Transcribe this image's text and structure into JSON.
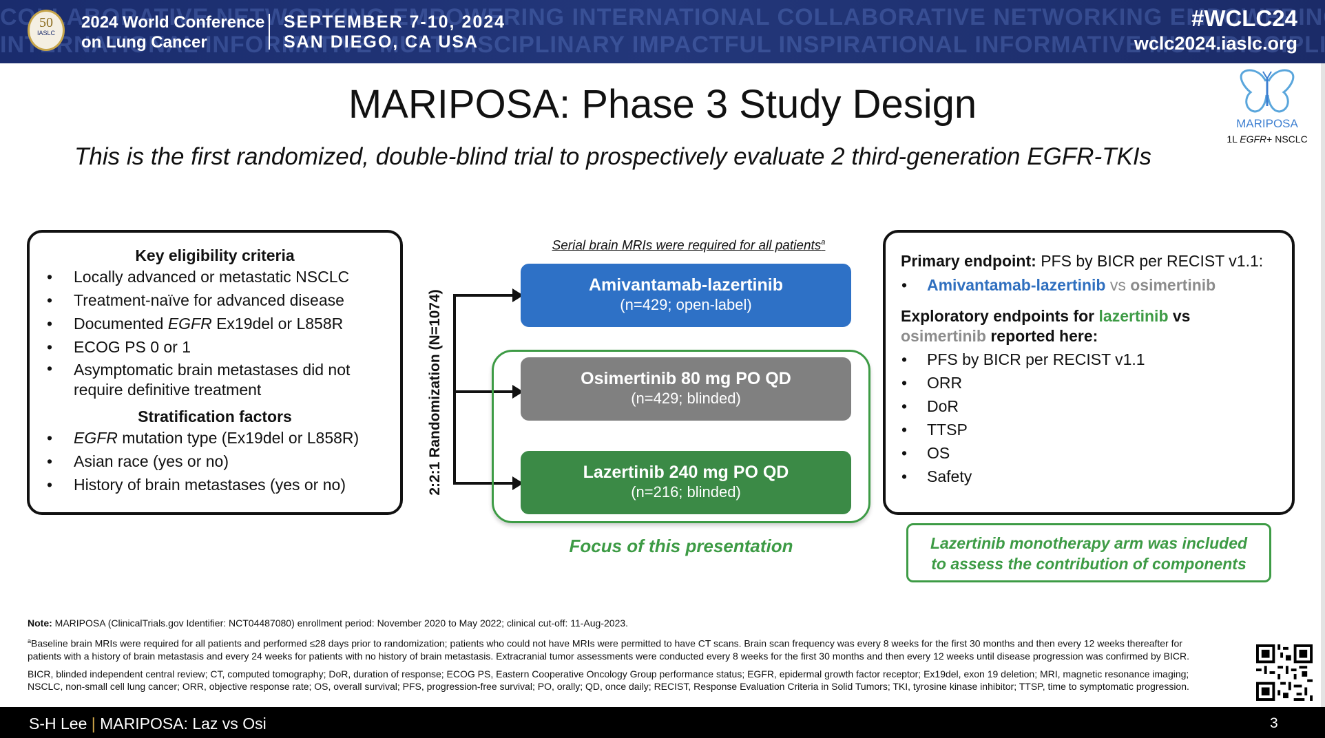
{
  "banner": {
    "watermark_row1": "COLLABORATIVE NETWORKING EMPOWERING INTERNATIONAL COLLABORATIVE NETWORKING EMPOWERING INTERNATIONAL",
    "watermark_row2": "INTERNATIONAL INFORMATIVE MULTIDISCIPLINARY IMPACTFUL INSPIRATIONAL INFORMATIVE MULTIDISCIPLINARY",
    "logo_number": "50",
    "logo_text": "IASLC",
    "conference_line1": "2024 World Conference",
    "conference_line2": "on Lung Cancer",
    "date_line1": "SEPTEMBER 7-10, 2024",
    "date_line2": "SAN DIEGO, CA USA",
    "hashtag": "#WCLC24",
    "website": "wclc2024.iaslc.org"
  },
  "title": "MARIPOSA: Phase 3 Study Design",
  "subtitle": "This is the first randomized, double-blind trial to prospectively evaluate 2 third-generation EGFR-TKIs",
  "study_logo": {
    "name": "MARIPOSA",
    "sub_prefix": "1L ",
    "sub_italic": "EGFR",
    "sub_suffix": "+ NSCLC"
  },
  "eligibility": {
    "heading": "Key eligibility criteria",
    "item1": "Locally advanced or metastatic NSCLC",
    "item2": "Treatment-naïve for advanced disease",
    "item3_prefix": "Documented ",
    "item3_italic": "EGFR",
    "item3_suffix": " Ex19del or L858R",
    "item4": "ECOG PS 0 or 1",
    "item5_line1": "Asymptomatic brain metastases did not",
    "item5_line2": "require definitive treatment",
    "strat_heading": "Stratification factors",
    "strat1_italic": "EGFR",
    "strat1_suffix": " mutation type (Ex19del or L858R)",
    "strat2": "Asian race (yes or no)",
    "strat3": "History of brain metastases (yes or no)"
  },
  "design": {
    "serial_text": "Serial brain MRIs were required for all patients",
    "serial_sup": "a",
    "randomization_label": "2:2:1 Randomization (N=1074)",
    "arms": [
      {
        "name": "Amivantamab-lazertinib",
        "detail": "(n=429; open-label)"
      },
      {
        "name": "Osimertinib 80 mg PO QD",
        "detail": "(n=429; blinded)"
      },
      {
        "name": "Lazertinib 240 mg PO QD",
        "detail": "(n=216; blinded)"
      }
    ],
    "focus_label": "Focus of this presentation"
  },
  "endpoints": {
    "primary_label": "Primary endpoint:",
    "primary_text": " PFS by BICR per RECIST v1.1:",
    "primary_item_blue": "Amivantamab-lazertinib",
    "primary_item_vs": " vs ",
    "primary_item_grey": "osimertinib",
    "explor_prefix": "Exploratory endpoints for ",
    "explor_green": "lazertinib",
    "explor_vs": " vs ",
    "explor_grey": "osimertinib",
    "explor_suffix": " reported here:",
    "items": [
      "PFS by BICR per RECIST v1.1",
      "ORR",
      "DoR",
      "TTSP",
      "OS",
      "Safety"
    ]
  },
  "laz_note_line1": "Lazertinib monotherapy arm was included",
  "laz_note_line2": "to assess the contribution of components",
  "notes": {
    "note_label": "Note:",
    "note_text": " MARIPOSA (ClinicalTrials.gov Identifier: NCT04487080) enrollment period: November 2020 to May 2022; clinical cut-off: 11-Aug-2023.",
    "footnote_sup": "a",
    "footnote_line1": "Baseline brain MRIs were required for all patients and performed ≤28 days prior to randomization; patients who could not have MRIs were permitted to have CT scans. Brain scan frequency was every 8 weeks for the first 30 months and then every 12 weeks thereafter for",
    "footnote_line2": "patients with a history of brain metastasis and every 24 weeks for patients with no history of brain metastasis. Extracranial tumor assessments were conducted every 8 weeks for the first 30 months and then every 12 weeks until disease progression was confirmed by BICR.",
    "abbrev_line1": "BICR, blinded independent central review; CT, computed tomography; DoR, duration of response; ECOG PS, Eastern Cooperative Oncology Group performance status; EGFR, epidermal growth factor receptor; Ex19del, exon 19 deletion; MRI, magnetic resonance imaging;",
    "abbrev_line2": "NSCLC, non-small cell lung cancer; ORR, objective response rate; OS, overall survival; PFS, progression-free survival; PO, orally; QD, once daily; RECIST, Response Evaluation Criteria in Solid Tumors; TKI, tyrosine kinase inhibitor; TTSP, time to symptomatic progression."
  },
  "footer": {
    "presenter": "S-H Lee",
    "separator": " | ",
    "talk": "MARIPOSA: Laz vs Osi",
    "page": "3"
  },
  "colors": {
    "banner": "#1a2c6d",
    "arm_amivantamab": "#2e71c6",
    "arm_osimertinib": "#808080",
    "arm_lazertinib": "#3b8a46",
    "focus_green": "#3d9b45",
    "footer": "#000000"
  }
}
